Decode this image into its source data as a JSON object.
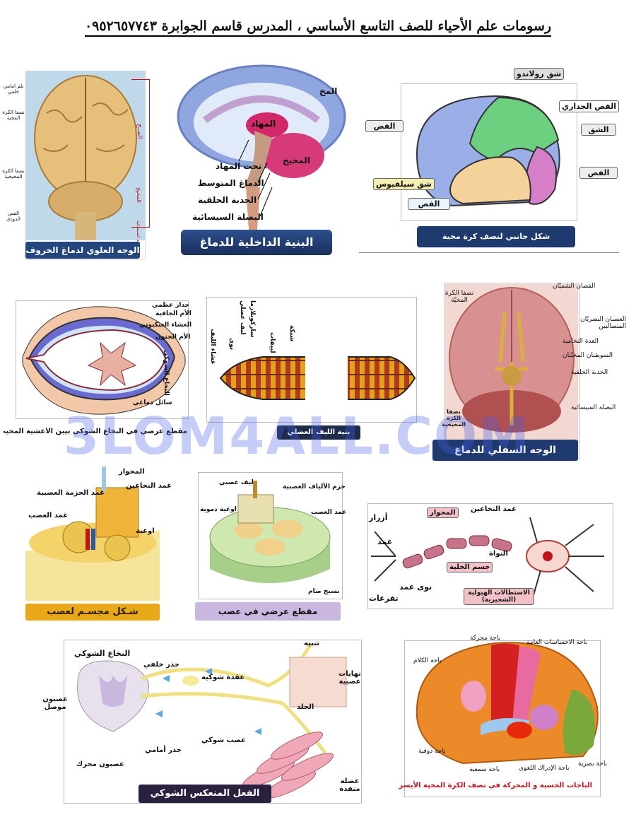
{
  "header": {
    "title": "رسومات علم الأحياء للصف التاسع الأساسي ، المدرس قاسم الجوابرة ٠٩٥٢٦٥٧٧٤٣"
  },
  "watermark": "3LOM4ALL.COM",
  "sheep": {
    "caption": "الوجه العلوي لدماغ الخروف",
    "labels": [
      "تلم امامي خلفي",
      "نصفا الكرة المخية",
      "نصفا الكرة المخيخية",
      "الفص الدودي"
    ],
    "side": [
      "المــخ",
      "المخيخ",
      "البصلة السيسائية"
    ]
  },
  "internal": {
    "caption": "البنية الداخلية للدماغ",
    "labels": [
      "المخ",
      "المهاد",
      "تحت المهاد",
      "المخيخ",
      "الدماغ المتوسط",
      "الحدبة الحلقية",
      "البصلة السيسائية"
    ]
  },
  "lateral": {
    "caption": "شكل جانبي لنصف كرة مخية",
    "labels": [
      "شق رولاندو",
      "الفص الجداري",
      "الفص",
      "الشق",
      "الفص",
      "شق سيلفيوس",
      "الفص"
    ]
  },
  "spinal": {
    "caption": "مقطع عرضي في النخاع الشوكي بيين الأغشية المحيطة به (السحايا)",
    "labels": [
      "جدار عظمي",
      "الأم الجافية",
      "الغشاء العنكبوتي",
      "الأم الحنون",
      "النخاع الشوكي",
      "سائل دماغي"
    ]
  },
  "fiber": {
    "caption": "بنية الليف العضلي المخطط",
    "labels": [
      "غشاء الليف",
      "نوى",
      "ليف عضلي",
      "ساركوبلازما",
      "لييفات",
      "شبكة"
    ]
  },
  "inferior": {
    "caption": "الوجه السفلي للدماغ",
    "labels": [
      "الفصان الشميّان",
      "نصفا الكرة المخيّة",
      "العصبان البصريّان المتصالبين",
      "الغدة النخامية",
      "السويقتان المخيّتان",
      "الحدبة الحلقية",
      "البصلة السيسائية",
      "نصفا الكرة المخيخية"
    ]
  },
  "nerve3d": {
    "caption": "شـكل مجسـم لعصب",
    "labels": [
      "المحوار",
      "غمد النخاعين",
      "غمد الحزمة العصبية",
      "غمد العصب",
      "اوعية"
    ]
  },
  "nerveCross": {
    "caption": "مقطع عرضي في عصب",
    "labels": [
      "ليف عصبي",
      "حزم الألياف العصبية",
      "اوعية دموية",
      "غمد العصب",
      "نسيج ضام"
    ]
  },
  "neuron": {
    "labels": [
      "أزرار",
      "غمد",
      "المحوار",
      "غمد النخاعين",
      "النواة",
      "جسم الخلية",
      "نوى غمد",
      "تفرعات",
      "الاستطالات الهيولية (الشجيرية)"
    ]
  },
  "reflex": {
    "caption": "الفعل المنعكس الشوكي",
    "labels": [
      "النخاع الشوكي",
      "جذر خلفي",
      "عقدة شوكية",
      "تنبيه",
      "نهايات عصبية",
      "الجلد",
      "عصبون موصل",
      "عصب شوكي",
      "جذر أمامي",
      "عصبون محرك",
      "عضلة منفذة"
    ]
  },
  "areas": {
    "caption": "الباحات الحسية و المحركة في نصف الكرة المخية الأيسر",
    "labels": [
      "باحة محركة",
      "باحة الاحساسات العامة",
      "باحة الكلام",
      "باحة ذوقية",
      "باحة سمعية",
      "باحة الإدراك اللغوي",
      "باحة بصرية"
    ]
  },
  "colors": {
    "navy": "#1e3a6e",
    "blue": "#23467f",
    "purple": "#4a3f7a",
    "yellow": "#e8a817",
    "lilac": "#c9b7e0",
    "red": "#c0141a"
  }
}
